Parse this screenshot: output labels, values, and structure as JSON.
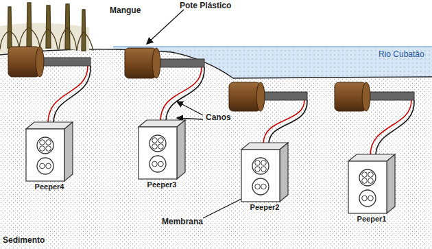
{
  "diagram": {
    "nodes": [
      {
        "text": [
          "Peeper4"
        ]
      },
      {
        "text": [
          "Peeper3"
        ]
      },
      {
        "text": [
          "Peeper2"
        ]
      },
      {
        "text": [
          "Peeper1"
        ]
      }
    ],
    "labels": [
      "Mangue",
      "Pote Plástico",
      "Rio Cubatão",
      "Canos",
      "Membrana",
      "Sedimento"
    ]
  }
}
